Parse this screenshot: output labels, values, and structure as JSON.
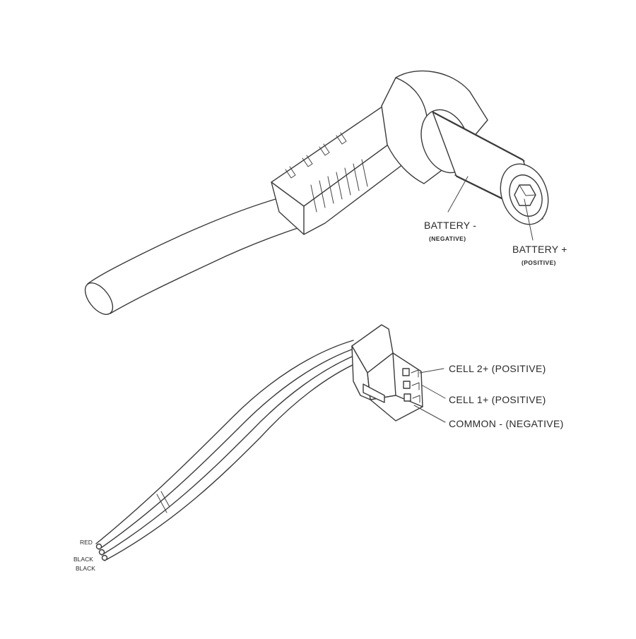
{
  "barrel_plug": {
    "battery_negative": {
      "label": "BATTERY -",
      "sub": "(NEGATIVE)"
    },
    "battery_positive": {
      "label": "BATTERY +",
      "sub": "(POSITIVE)"
    }
  },
  "balance_connector": {
    "pins": [
      {
        "label": "CELL 2+ (POSITIVE)"
      },
      {
        "label": "CELL 1+ (POSITIVE)"
      },
      {
        "label": "COMMON - (NEGATIVE)"
      }
    ],
    "wires": [
      {
        "color_label": "RED",
        "color": "#c0392b"
      },
      {
        "color_label": "BLACK",
        "color": "#222222"
      },
      {
        "color_label": "BLACK",
        "color": "#222222"
      }
    ]
  }
}
